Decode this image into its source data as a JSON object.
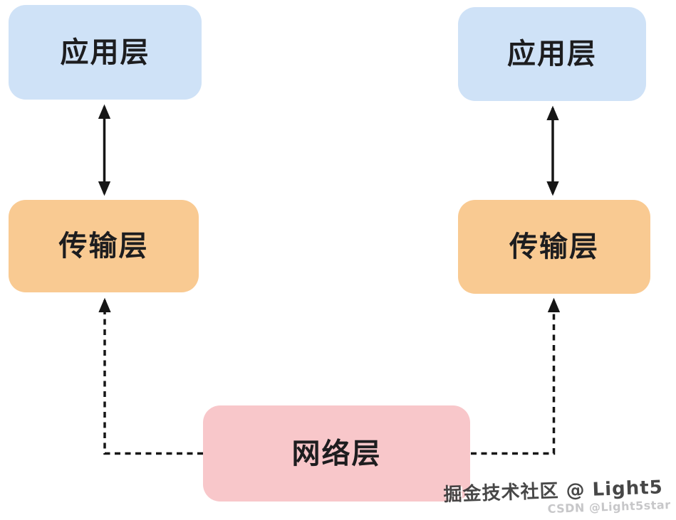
{
  "diagram": {
    "type": "layered-network-architecture",
    "nodes": [
      {
        "id": "application-left",
        "label": "应用层",
        "fill": "#cfe2f7"
      },
      {
        "id": "application-right",
        "label": "应用层",
        "fill": "#cfe2f7"
      },
      {
        "id": "transport-left",
        "label": "传输层",
        "fill": "#f9ca92"
      },
      {
        "id": "transport-right",
        "label": "传输层",
        "fill": "#f9ca92"
      },
      {
        "id": "network",
        "label": "网络层",
        "fill": "#f8c7ca"
      }
    ],
    "edges": [
      {
        "from": "application-left",
        "to": "transport-left",
        "style": "solid",
        "direction": "both"
      },
      {
        "from": "application-right",
        "to": "transport-right",
        "style": "solid",
        "direction": "both"
      },
      {
        "from": "network",
        "to": "transport-left",
        "style": "dashed",
        "direction": "to"
      },
      {
        "from": "network",
        "to": "transport-right",
        "style": "dashed",
        "direction": "to"
      }
    ],
    "line_color": "#161616"
  },
  "watermark": {
    "primary": "掘金技术社区 @ Light5",
    "secondary": "CSDN @Light5star"
  }
}
